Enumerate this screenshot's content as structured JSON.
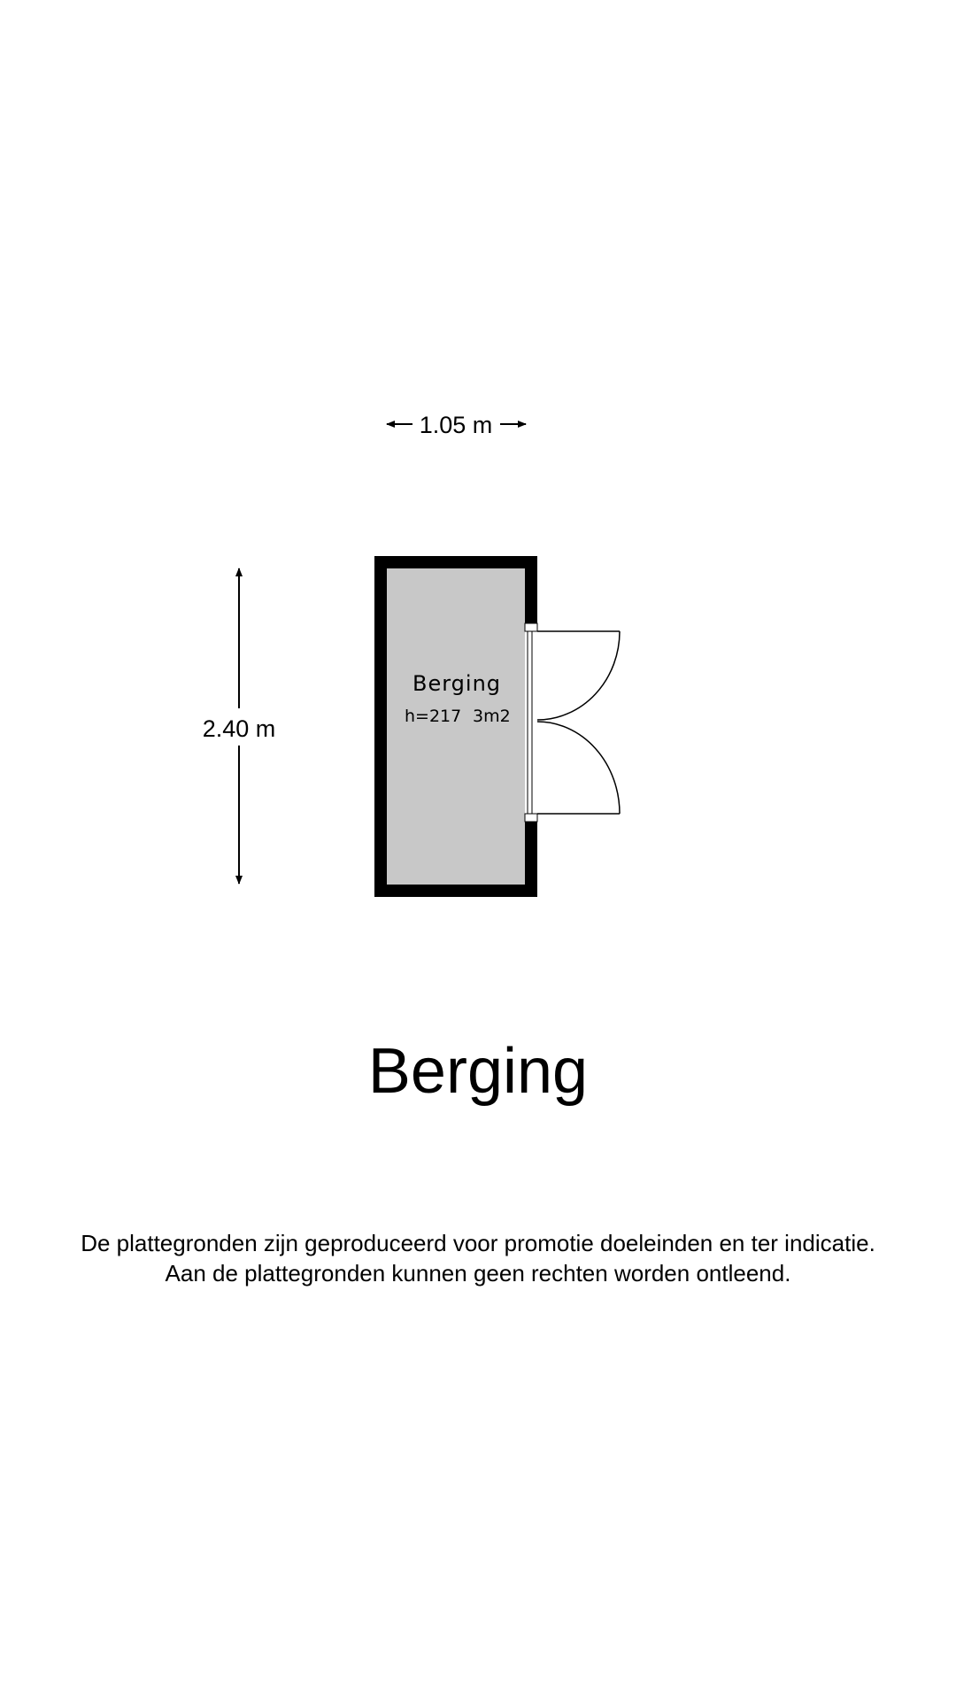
{
  "plan": {
    "width_label": "1.05 m",
    "height_label": "2.40 m",
    "room": {
      "name": "Berging",
      "height_text": "h=217",
      "area_text": "3m2"
    },
    "title": "Berging",
    "disclaimer": [
      "De plattegronden zijn geproduceerd voor promotie doeleinden en ter indicatie.",
      "Aan de plattegronden kunnen geen rechten worden ontleend."
    ]
  },
  "colors": {
    "wall": "#000000",
    "floor": "#c8c8c8",
    "background": "#ffffff"
  }
}
